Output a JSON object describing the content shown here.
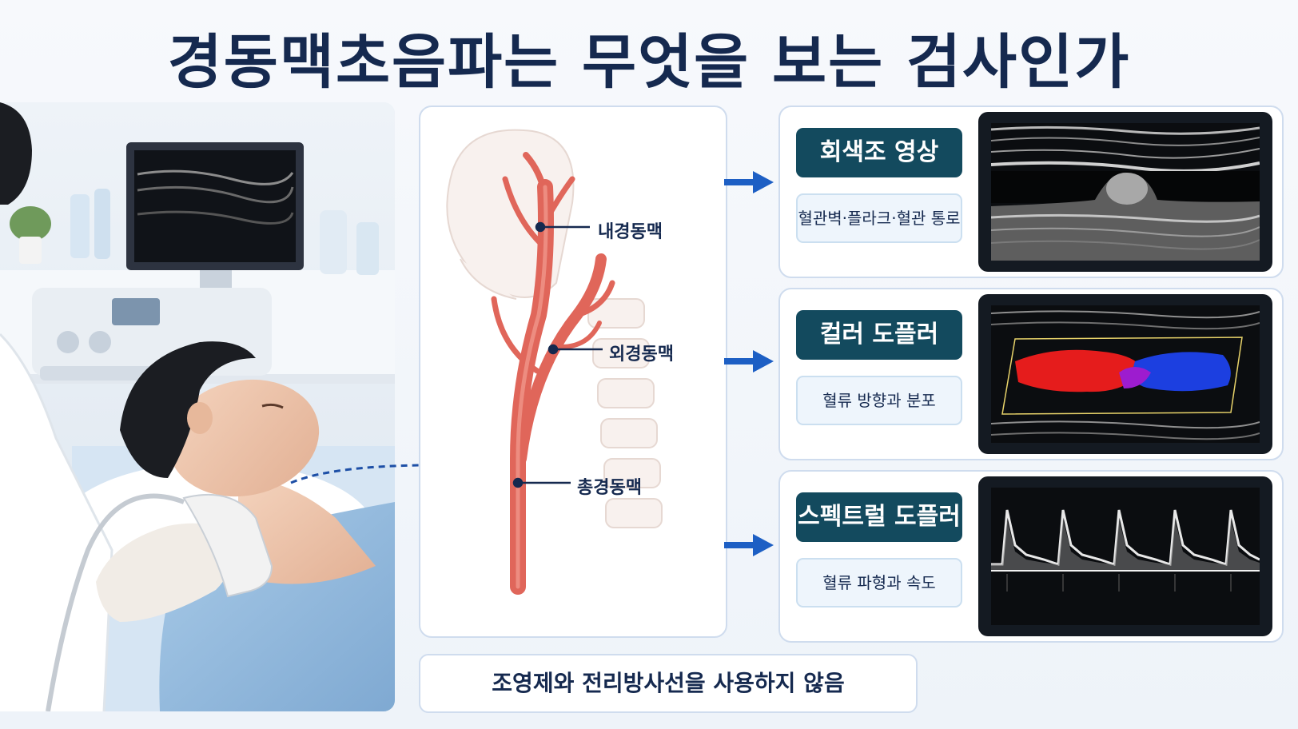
{
  "title": "경동맥초음파는 무엇을 보는 검사인가",
  "anatomy": {
    "labels": {
      "internal": "내경동맥",
      "external": "외경동맥",
      "common": "총경동맥"
    }
  },
  "methods": [
    {
      "title": "회색조 영상",
      "description": "혈관벽·플라크·혈관 통로",
      "image": "grayscale-ultrasound-image"
    },
    {
      "title": "컬러 도플러",
      "description": "혈류 방향과 분포",
      "image": "color-doppler-image"
    },
    {
      "title": "스펙트럴 도플러",
      "description": "혈류 파형과 속도",
      "image": "spectral-doppler-waveform"
    }
  ],
  "note": "조영제와 전리방사선을 사용하지 않음",
  "colors": {
    "title": "#15294f",
    "label_bg": "#134a5e",
    "arrow": "#1d5fc4",
    "artery": "#e0665a",
    "doppler_red": "#e51c1c",
    "doppler_blue": "#1c3fe0"
  }
}
